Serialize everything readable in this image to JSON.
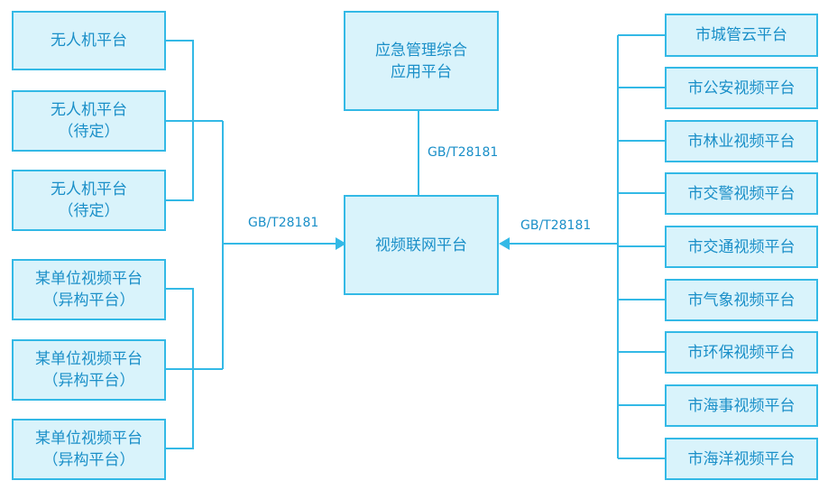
{
  "center": {
    "hub": {
      "label": "视频联网平台"
    },
    "top": {
      "line1": "应急管理综合",
      "line2": "应用平台"
    }
  },
  "left_nodes": [
    {
      "line1": "无人机平台",
      "line2": ""
    },
    {
      "line1": "无人机平台",
      "line2": "（待定）"
    },
    {
      "line1": "无人机平台",
      "line2": "（待定）"
    },
    {
      "line1": "某单位视频平台",
      "line2": "（异构平台）"
    },
    {
      "line1": "某单位视频平台",
      "line2": "（异构平台）"
    },
    {
      "line1": "某单位视频平台",
      "line2": "（异构平台）"
    }
  ],
  "right_nodes": [
    {
      "label": "市城管云平台"
    },
    {
      "label": "市公安视频平台"
    },
    {
      "label": "市林业视频平台"
    },
    {
      "label": "市交警视频平台"
    },
    {
      "label": "市交通视频平台"
    },
    {
      "label": "市气象视频平台"
    },
    {
      "label": "市环保视频平台"
    },
    {
      "label": "市海事视频平台"
    },
    {
      "label": "市海洋视频平台"
    }
  ],
  "connections": {
    "top_protocol": "GB/T28181",
    "left_protocol": "GB/T28181",
    "right_protocol": "GB/T28181"
  },
  "colors": {
    "line": "#33b9e6",
    "fill": "#d9f3fb",
    "text": "#1a8fc8"
  }
}
